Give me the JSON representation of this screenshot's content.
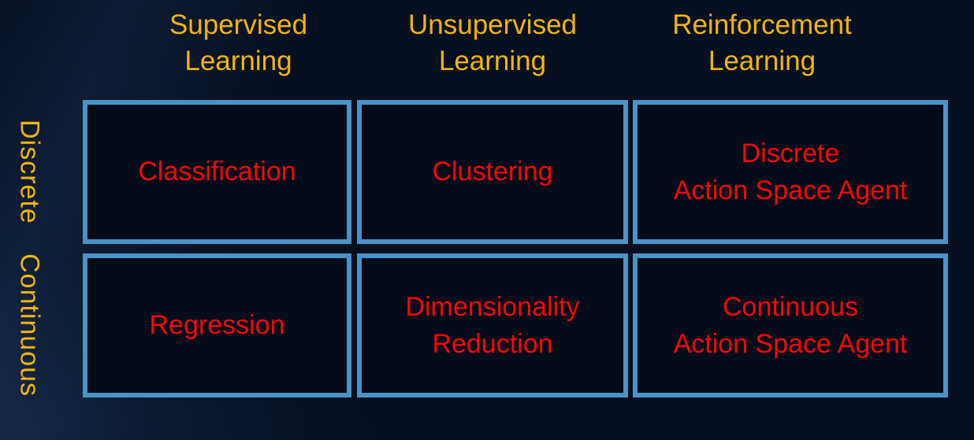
{
  "slide": {
    "column_headers": [
      "Supervised\nLearning",
      "Unsupervised\nLearning",
      "Reinforcement\nLearning"
    ],
    "row_headers": [
      "Discrete",
      "Continuous"
    ],
    "cells": [
      [
        "Classification",
        "Clustering",
        "Discrete\nAction Space Agent"
      ],
      [
        "Regression",
        "Dimensionality\nReduction",
        "Continuous\nAction Space Agent"
      ]
    ],
    "colors": {
      "background": "#061021",
      "cell_background": "#040c19",
      "grid_border": "#4a93c7",
      "header_text": "#f2b40c",
      "cell_text": "#fb0505"
    }
  }
}
